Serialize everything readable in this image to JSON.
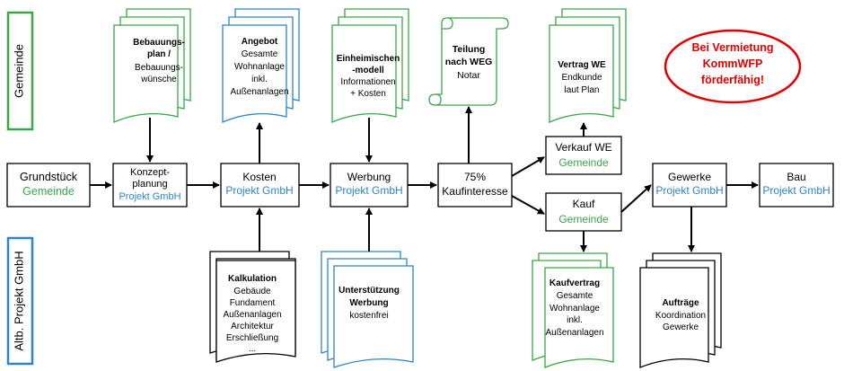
{
  "colors": {
    "gemeinde": "#3aa648",
    "projekt": "#2e86c1",
    "black": "#000000",
    "red": "#e00000"
  },
  "lanes": {
    "top": "Gemeinde",
    "bottom": "Altb. Projekt GmbH"
  },
  "highlight": [
    "Bei Vermietung",
    "KommWFP",
    "förderfähig!"
  ],
  "process": {
    "grundstueck": {
      "title": "Grundstück",
      "sub": "Gemeinde"
    },
    "konzept": {
      "title1": "Konzept-",
      "title2": "planung",
      "sub": "Projekt GmbH"
    },
    "kosten": {
      "title": "Kosten",
      "sub": "Projekt GmbH"
    },
    "werbung": {
      "title": "Werbung",
      "sub": "Projekt GmbH"
    },
    "kaufinteresse": {
      "title1": "75%",
      "title2": "Kaufinteresse"
    },
    "verkauf": {
      "title": "Verkauf WE",
      "sub": "Gemeinde"
    },
    "kauf": {
      "title": "Kauf",
      "sub": "Gemeinde"
    },
    "gewerke": {
      "title": "Gewerke",
      "sub": "Projekt GmbH"
    },
    "bau": {
      "title": "Bau",
      "sub": "Projekt GmbH"
    }
  },
  "docs": {
    "bebauungsplan": {
      "bold": [
        "Bebauungs-",
        "plan /"
      ],
      "lines": [
        "Bebauungs-",
        "wünsche"
      ]
    },
    "angebot": {
      "bold": [
        "Angebot"
      ],
      "lines": [
        "Gesamte",
        "Wohnanlage",
        "inkl.",
        "Außenanlagen"
      ]
    },
    "einheimischen": {
      "bold": [
        "Einheimischen",
        "-modell"
      ],
      "lines": [
        "Informationen",
        "+ Kosten"
      ]
    },
    "teilung": {
      "bold": [
        "Teilung",
        "nach WEG"
      ],
      "lines": [
        "Notar"
      ]
    },
    "vertrag": {
      "bold": [
        "Vertrag WE"
      ],
      "lines": [
        "Endkunde",
        "laut Plan"
      ]
    },
    "kalkulation": {
      "bold": [
        "Kalkulation"
      ],
      "lines": [
        "Gebäude",
        "Fundament",
        "Außenanlagen",
        "Architektur",
        "Erschließung",
        "..."
      ]
    },
    "unterstuetzung": {
      "bold": [
        "Unterstützung",
        "Werbung"
      ],
      "lines": [
        "kostenfrei"
      ]
    },
    "kaufvertrag": {
      "bold": [
        "Kaufvertrag"
      ],
      "lines": [
        "Gesamte",
        "Wohnanlage",
        "inkl.",
        "Außenanlagen"
      ]
    },
    "auftraege": {
      "bold": [
        "Aufträge"
      ],
      "lines": [
        "Koordination",
        "Gewerke"
      ]
    }
  }
}
